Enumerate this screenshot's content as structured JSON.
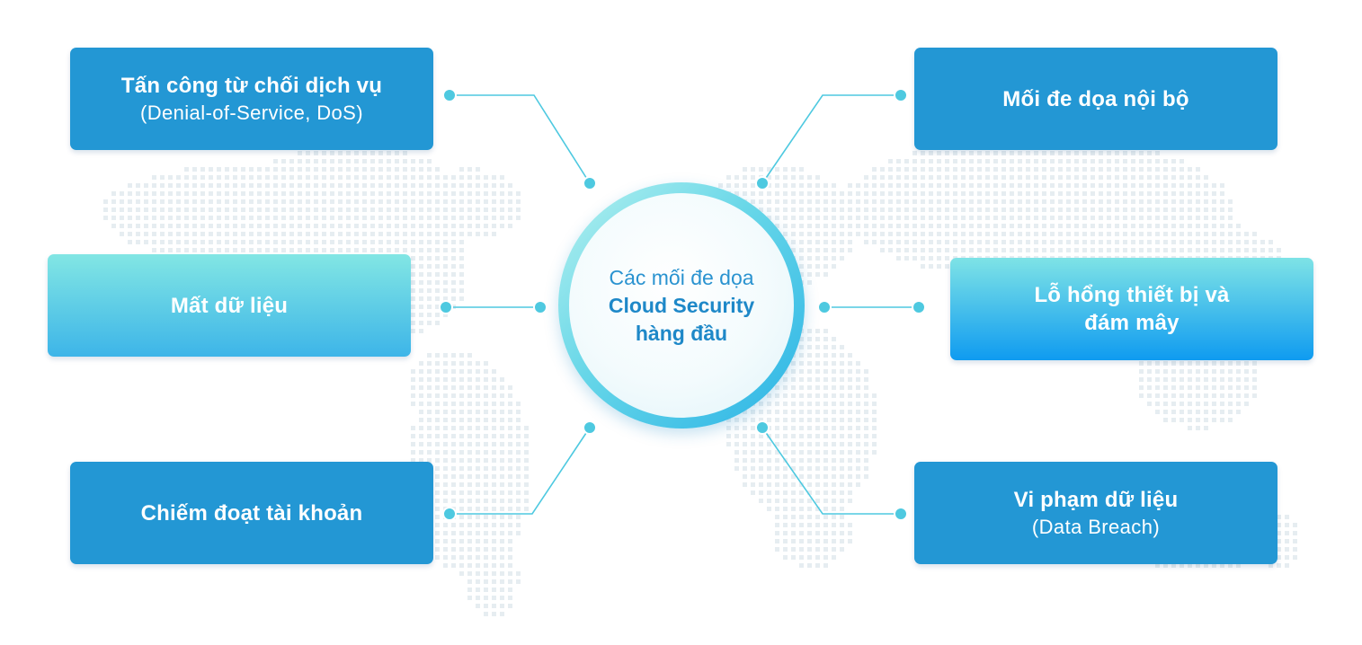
{
  "center": {
    "line1": "Các mối đe dọa",
    "line2": "Cloud Security",
    "line3": "hàng đầu"
  },
  "threats": {
    "dos": {
      "title": "Tấn công từ chối dịch vụ",
      "subtitle": "(Denial-of-Service, DoS)"
    },
    "insider": {
      "title": "Mối đe dọa nội bộ"
    },
    "data_loss": {
      "title": "Mất dữ liệu"
    },
    "vulnerability": {
      "title_line1": "Lỗ hổng thiết bị và",
      "title_line2": "đám mây"
    },
    "account_hijacking": {
      "title": "Chiếm đoạt tài khoản"
    },
    "data_breach": {
      "title": "Vi phạm dữ liệu",
      "subtitle": "(Data Breach)"
    }
  },
  "colors": {
    "box_blue": "#2397d4",
    "box_aqua_gradient": [
      "#82e6e4",
      "#3db5e8"
    ],
    "box_sky_gradient": [
      "#7ee3e6",
      "#0f9bf0"
    ],
    "connector": "#4ec9e0",
    "map_dots": "#e6edf1",
    "center_text": "#1e88c8"
  }
}
